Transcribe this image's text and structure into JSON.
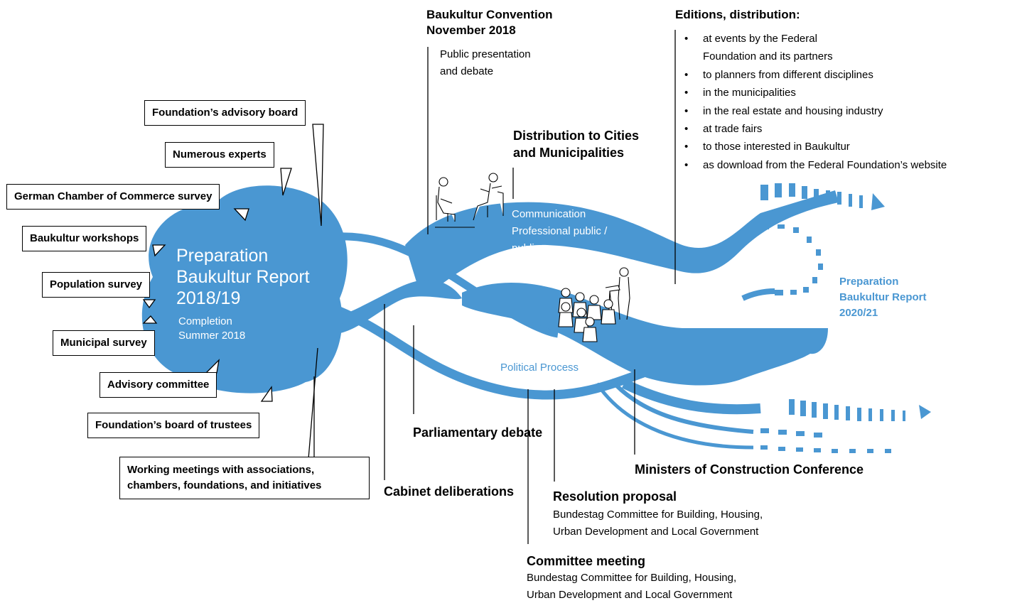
{
  "center": {
    "title_lines": [
      "Preparation",
      "Baukultur Report",
      "2018/19"
    ],
    "subtitle_lines": [
      "Completion",
      "Summer 2018"
    ]
  },
  "inputs": [
    "Foundation’s advisory board",
    "Numerous experts",
    "German Chamber of Commerce survey",
    "Baukultur workshops",
    "Population survey",
    "Municipal survey",
    "Advisory committee",
    "Foundation’s board of trustees",
    "Working meetings with associations, chambers, foundations, and initiatives"
  ],
  "convention": {
    "title_lines": [
      "Baukultur Convention",
      "November 2018"
    ],
    "body_lines": [
      "Public presentation",
      "and debate"
    ]
  },
  "distribution_cities": {
    "title_lines": [
      "Distribution to Cities",
      "and Municipalities"
    ]
  },
  "communication": {
    "lines": [
      "Communication",
      "Professional public /",
      "public"
    ]
  },
  "editions": {
    "title": "Editions, distribution:",
    "items": [
      "at events by the Federal",
      "Foundation and its partners",
      "to planners from different disciplines",
      "in the municipalities",
      "in the real estate and housing industry",
      "at trade fairs",
      "to those interested in Baukultur",
      "as download from the Federal Foundation’s website"
    ]
  },
  "next_report": {
    "lines": [
      "Preparation",
      "Baukultur Report",
      "2020/21"
    ]
  },
  "political_process": "Political Process",
  "parliamentary_debate": "Parliamentary debate",
  "cabinet_deliberations": "Cabinet deliberations",
  "ministers_conference": "Ministers of Construction Conference",
  "resolution": {
    "title": "Resolution proposal",
    "body_lines": [
      "Bundestag Committee for Building, Housing,",
      "Urban Development and Local Government"
    ]
  },
  "committee_meeting": {
    "title": "Committee meeting",
    "body_lines": [
      "Bundestag Committee for Building, Housing,",
      "Urban Development and Local Government"
    ]
  },
  "colors": {
    "blue": "#4a97d2",
    "text": "#000000",
    "white": "#ffffff"
  },
  "icons": [
    "people-talking-icon",
    "speaker-audience-icon"
  ]
}
